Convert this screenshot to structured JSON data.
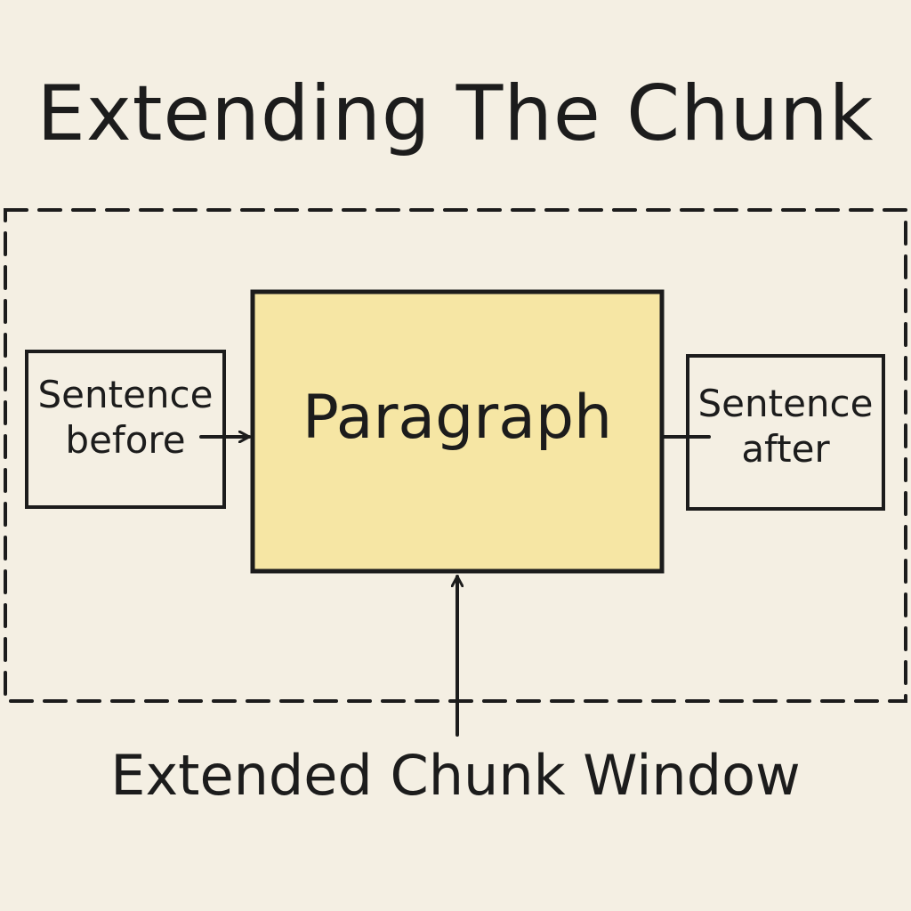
{
  "title": "Extending The Chunk",
  "caption": "Extended Chunk Window",
  "nodes": {
    "before": {
      "line1": "Sentence",
      "line2": "before"
    },
    "paragraph": {
      "label": "Paragraph"
    },
    "after": {
      "line1": "Sentence",
      "line2": "after"
    }
  },
  "colors": {
    "background": "#f4efe3",
    "stroke": "#1c1c1c",
    "paragraph_fill": "#f6e6a4"
  }
}
